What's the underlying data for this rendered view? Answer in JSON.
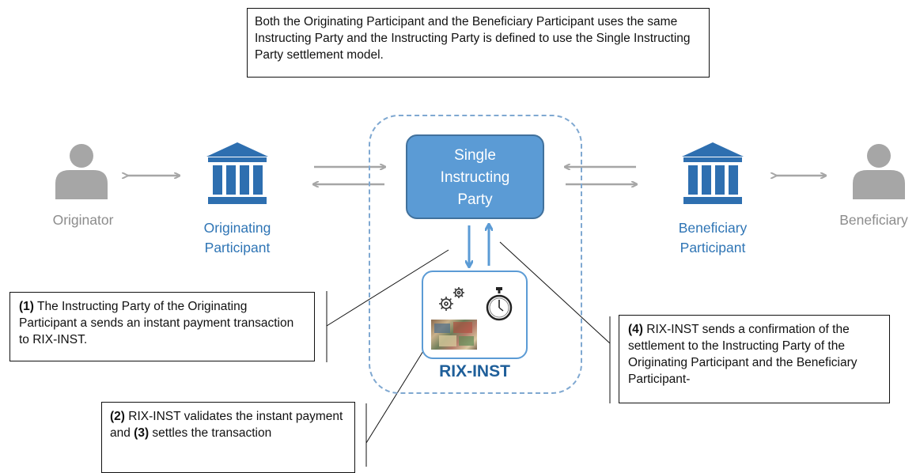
{
  "top_note": {
    "text": "Both the Originating Participant and the Beneficiary Participant uses the same Instructing Party and the Instructing Party is defined to use the Single Instructing Party settlement model."
  },
  "actors": {
    "originator": "Originator",
    "originating_participant_line1": "Originating",
    "originating_participant_line2": "Participant",
    "beneficiary_participant_line1": "Beneficiary",
    "beneficiary_participant_line2": "Participant",
    "beneficiary": "Beneficiary"
  },
  "single_instructing_party": {
    "line1": "Single",
    "line2": "Instructing",
    "line3": "Party"
  },
  "rix_inst": {
    "label": "RIX-INST"
  },
  "notes": {
    "note1": {
      "num": "(1)",
      "text": " The Instructing Party of the Originating Participant a sends an instant payment transaction to RIX-INST."
    },
    "note2": {
      "num_a": "(2)",
      "text_a": " RIX-INST validates the instant payment and ",
      "num_b": "(3)",
      "text_b": " settles the transaction"
    },
    "note4": {
      "num": "(4)",
      "text": " RIX-INST sends a confirmation of the settlement to the Instructing Party of the Originating Participant and the Beneficiary Participant-"
    }
  },
  "icons": [
    "person-icon",
    "bank-icon",
    "gears-icon",
    "stopwatch-icon",
    "banknotes-icon"
  ],
  "colors": {
    "accent": "#5b9bd5",
    "label_blue": "#2f75b5",
    "gray": "#a6a6a6",
    "bank_blue": "#2e6fb0"
  }
}
